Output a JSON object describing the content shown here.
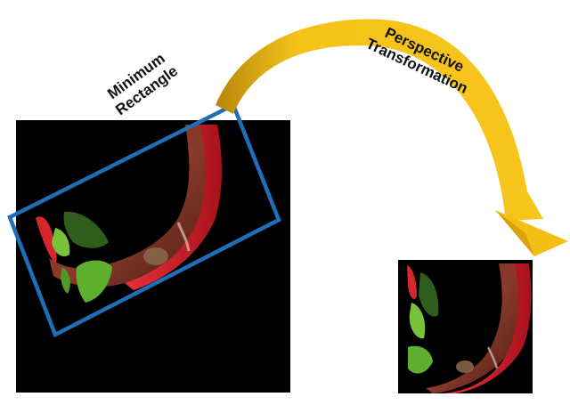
{
  "labels": {
    "minimum_rectangle_line1": "Minimum",
    "minimum_rectangle_line2": "Rectangle",
    "perspective_line1": "Perspective",
    "perspective_line2": "Transformation"
  },
  "colors": {
    "background": "#ffffff",
    "panel_background": "#000000",
    "bounding_box": "#1f6fb8",
    "arrow_light": "#f3c31a",
    "arrow_dark": "#b8860b",
    "stem_red": "#c8202a",
    "stem_brown": "#5e2a1c",
    "leaf_green": "#5fae2e"
  },
  "icons": {
    "source_image": "plant-stem-segmentation-image",
    "target_image": "rectified-stem-image",
    "transform_arrow": "curved-arrow-icon"
  }
}
